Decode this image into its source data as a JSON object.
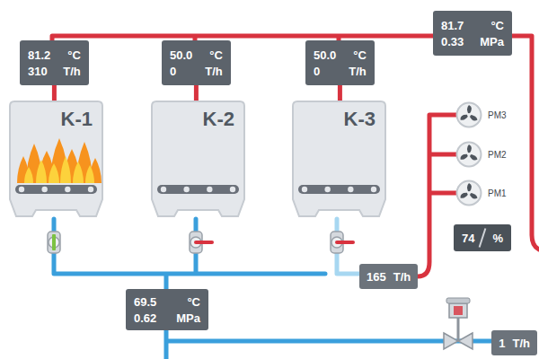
{
  "diagram": {
    "nodes": [
      {
        "text": [
          "81.2",
          "°C",
          "310",
          "T/h"
        ]
      },
      {
        "text": [
          "50.0",
          "°C",
          "0",
          "T/h"
        ]
      },
      {
        "text": [
          "50.0",
          "°C",
          "0",
          "T/h"
        ]
      },
      {
        "text": [
          "81.7",
          "°C",
          "0.33",
          "MPa"
        ]
      },
      {
        "text": [
          "K-1"
        ]
      },
      {
        "text": [
          "K-2"
        ]
      },
      {
        "text": [
          "K-3"
        ]
      },
      {
        "text": [
          "PM3"
        ]
      },
      {
        "text": [
          "PM2"
        ]
      },
      {
        "text": [
          "PM1"
        ]
      },
      {
        "text": [
          "74",
          "%"
        ]
      },
      {
        "text": [
          "165",
          "T/h"
        ]
      },
      {
        "text": [
          "69.5",
          "°C",
          "0.62",
          "MPa"
        ]
      },
      {
        "text": [
          "1",
          "T/h"
        ]
      }
    ],
    "edges": [
      {
        "from": 4,
        "to": 0,
        "arrow": "none"
      },
      {
        "from": 5,
        "to": 1,
        "arrow": "none"
      },
      {
        "from": 6,
        "to": 2,
        "arrow": "none"
      }
    ]
  }
}
